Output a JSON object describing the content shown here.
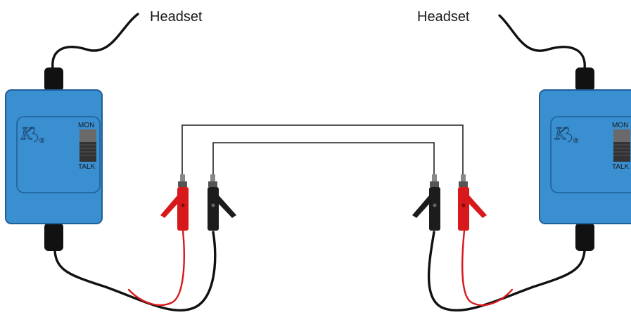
{
  "diagram": {
    "headset_left": "Headset",
    "headset_right": "Headset",
    "switch_top": "MON",
    "switch_bottom": "TALK",
    "logo_text": "K",
    "registered_mark": "®"
  },
  "colors": {
    "housing": "#3a8fd1",
    "housing_dark": "#1f5f99",
    "cable": "#111111",
    "clip_red": "#d7191c",
    "clip_black": "#1c1c1c",
    "wire": "#222222"
  },
  "icons": {
    "left_unit": "test-set-icon",
    "right_unit": "test-set-icon",
    "alligator_clip": "alligator-clip-icon"
  }
}
